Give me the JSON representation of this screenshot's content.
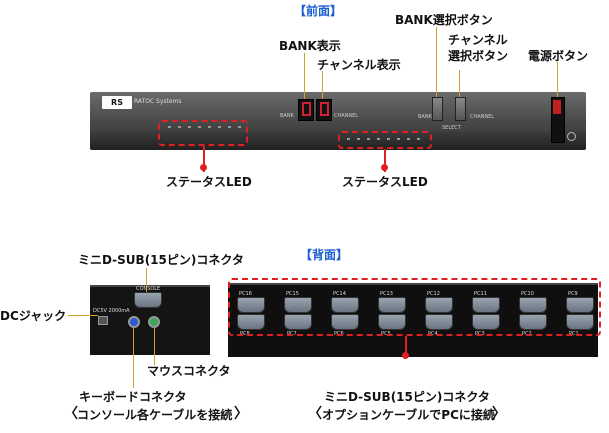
{
  "headers": {
    "front": "【前面】",
    "back": "【背面】"
  },
  "labels": {
    "bank_display": "BANK表示",
    "channel_display": "チャンネル表示",
    "bank_select_button": "BANK選択ボタン",
    "channel_select_button_line1": "チャンネル",
    "channel_select_button_line2": "選択ボタン",
    "power_button": "電源ボタン",
    "status_led_left": "ステータスLED",
    "status_led_right": "ステータスLED",
    "mini_dsub_console": "ミニD-SUB(15ピン)コネクタ",
    "dc_jack": "DCジャック",
    "mouse_connector": "マウスコネクタ",
    "keyboard_connector": "キーボードコネクタ",
    "console_note": "コンソール各ケーブルを接続",
    "mini_dsub_pc": "ミニD-SUB(15ピン)コネクタ",
    "pc_note": "オプションケーブルでPCに接続"
  },
  "brackets": {
    "open": "〈",
    "close": "〉"
  },
  "device_marks": {
    "logo": "RS",
    "logo_sub": "RATOC Systems",
    "bank_mark": "BANK",
    "channel_mark": "CHANNEL",
    "bank_btn_mark": "BANK",
    "select_mark": "SELECT",
    "channel_btn_mark": "CHANNEL",
    "console_port": "CONSOLE",
    "dc_mark": "DC5V 2000mA"
  },
  "port_labels_top": [
    "PC16",
    "PC15",
    "PC14",
    "PC13",
    "PC12",
    "PC11",
    "PC10",
    "PC9"
  ],
  "port_labels_bottom": [
    "PC8",
    "PC7",
    "PC6",
    "PC5",
    "PC4",
    "PC3",
    "PC2",
    "PC1"
  ],
  "colors": {
    "heading": "#1a5fd0",
    "highlight": "#e02020",
    "callout": "#d4a030"
  }
}
